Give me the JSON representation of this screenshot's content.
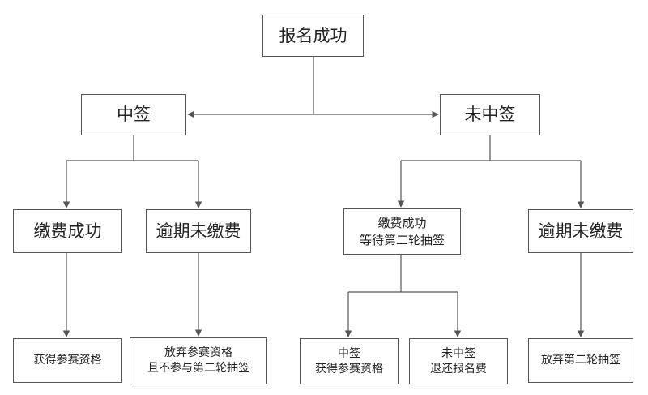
{
  "nodes": {
    "root": "报名成功",
    "win": "中签",
    "lose": "未中签",
    "paid": "缴费成功",
    "overdue": "逾期未缴费",
    "wait_line1": "缴费成功",
    "wait_line2": "等待第二轮抽签",
    "overdue2": "逾期未缴费",
    "qualified": "获得参赛资格",
    "abandon_line1": "放弃参赛资格",
    "abandon_line2": "且不参与第二轮抽签",
    "win2_line1": "中签",
    "win2_line2": "获得参赛资格",
    "refund_line1": "未中签",
    "refund_line2": "退还报名费",
    "abandon2": "放弃第二轮抽签"
  },
  "colors": {
    "line": "#555555",
    "border": "#555555",
    "text": "#222222"
  }
}
